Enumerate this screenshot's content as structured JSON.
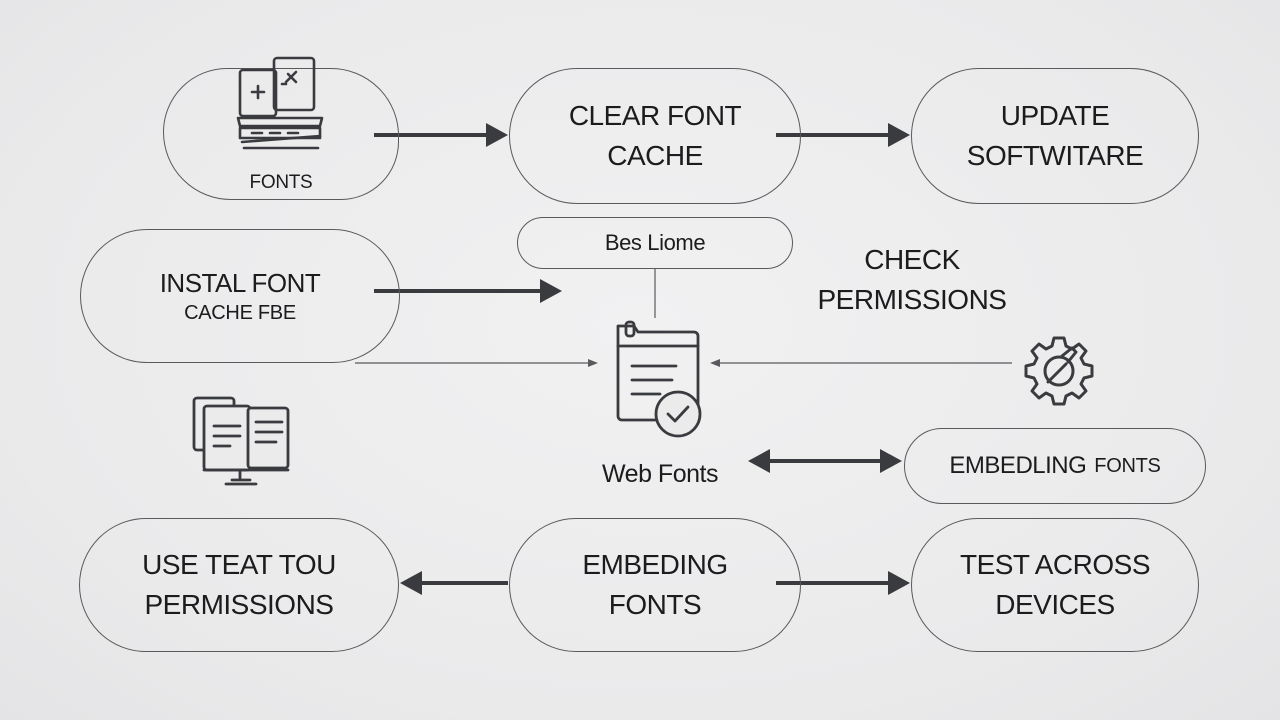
{
  "nodes": {
    "fonts": {
      "label": "FONTS"
    },
    "clear_cache": {
      "line1": "CLEAR FONT",
      "line2": "CACHE"
    },
    "update_software": {
      "line1": "UPDATE",
      "line2": "SOFTWITARE"
    },
    "install_font": {
      "line1": "INSTAL FONT",
      "line2": "CACHE FBE"
    },
    "bes_liome": {
      "label": "Bes Liome"
    },
    "check_permissions": {
      "line1": "CHECK",
      "line2": "PERMISSIONS"
    },
    "web_fonts": {
      "label": "Web Fonts"
    },
    "embedling_fonts": {
      "label_main": "EMBEDLING",
      "label_small": "FONTS"
    },
    "use_teat": {
      "line1": "USE TEAT TOU",
      "line2": "PERMISSIONS"
    },
    "embeding_fonts": {
      "line1": "EMBEDING",
      "line2": "FONTS"
    },
    "test_across": {
      "line1": "TEST ACROSS",
      "line2": "DEVICES"
    }
  },
  "icons": {
    "fonts_node": "font-window-stack-icon",
    "center": "document-checkmark-icon",
    "gear": "gear-wrench-icon",
    "monitor": "monitor-documents-icon"
  },
  "colors": {
    "stroke": "#5a5a5e",
    "arrow": "#3a3b3f",
    "text": "#1c1c1e",
    "background": "#ebebec"
  }
}
